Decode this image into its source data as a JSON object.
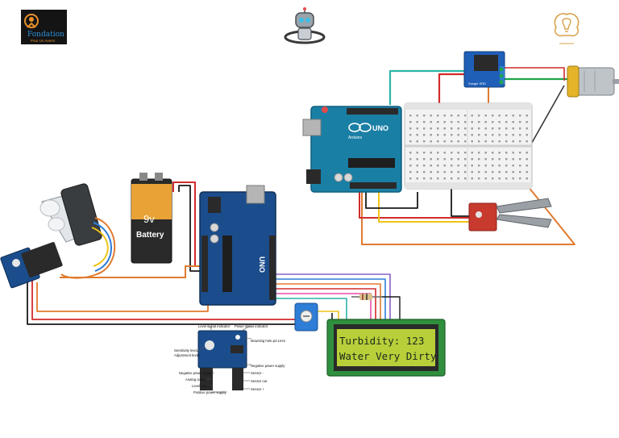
{
  "logos": {
    "left_brand": "Fondation",
    "left_tagline": "Pour Un Avenir"
  },
  "battery": {
    "voltage": "9v",
    "label": "Battery"
  },
  "lcd": {
    "line1": "Turbidity: 123",
    "line2": "Water Very Dirty"
  },
  "arduino": {
    "brand": "UNO",
    "sub": "Arduino"
  },
  "relay": {
    "label": "Songle SRD"
  },
  "module_labels": {
    "signal_indicator": "Level signal indicator",
    "power_indicator": "Power status indicator",
    "sensitivity": "Sensitivity level",
    "adjustment": "Adjustment knob",
    "mounting_hole": "Mounting hole φ3.1mm",
    "neg_supply_right": "Negative power supply",
    "neg_supply_left": "Negative power supply",
    "analog_output": "Analog output",
    "level_output": "Level output",
    "positive_supply": "Positive power supply",
    "sensor_minus": "Sensor -",
    "sensor_out": "Sensor out",
    "sensor_plus": "Sensor +"
  },
  "colors": {
    "arduino_blue": "#1a7fa5",
    "arduino_nano_blue": "#1b4d8c",
    "lcd_green": "#b9cf3a",
    "wire_orange": "#e07a2e",
    "wire_red": "#d12b2b",
    "wire_black": "#1a1a1a",
    "wire_yellow": "#f0c419",
    "wire_green": "#1ea64a",
    "wire_teal": "#2bb3a8",
    "relay_blue": "#1f5fb8",
    "soil_red": "#c83a2e"
  }
}
